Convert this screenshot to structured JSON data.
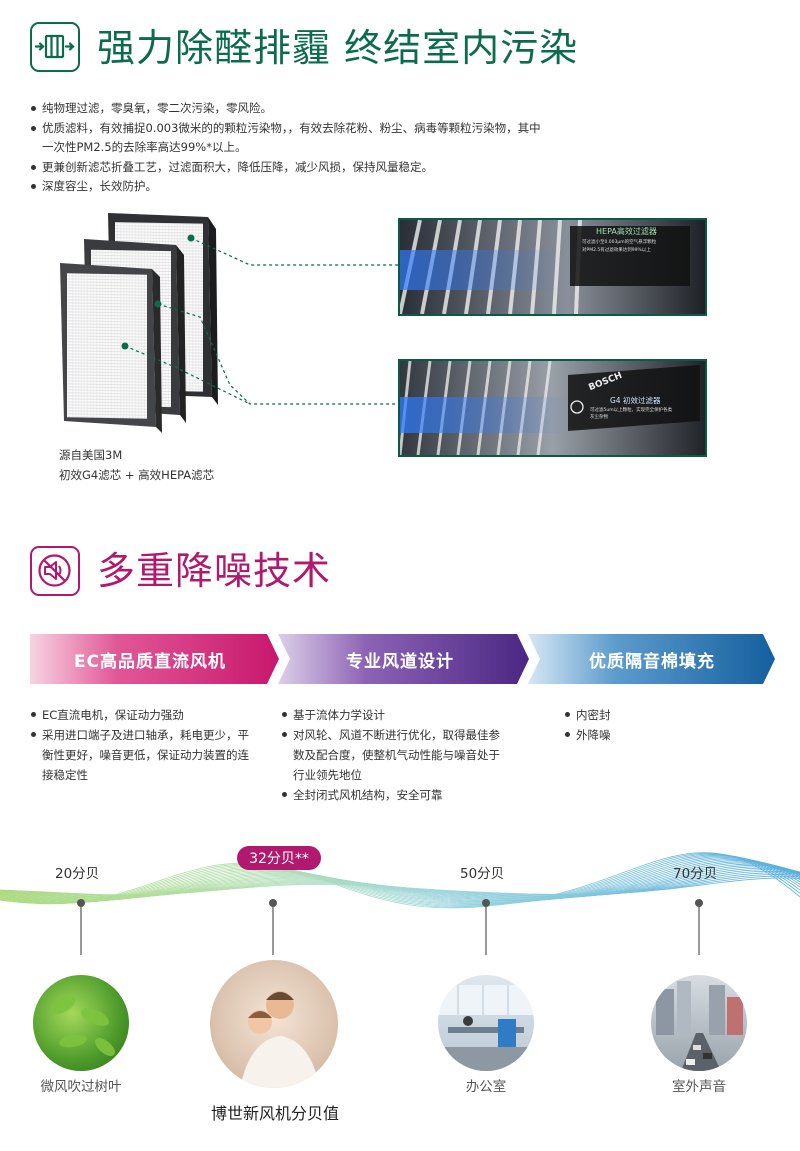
{
  "section1": {
    "icon": "filter-icon",
    "title": "强力除醛排霾 终结室内污染",
    "color": "#0b6b4c",
    "bullets": [
      "纯物理过滤，零臭氧，零二次污染，零风险。",
      "优质滤料，有效捕捉0.003微米的的颗粒污染物，，有效去除花粉、粉尘、病毒等颗粒污染物，其中",
      "更兼创新滤芯折叠工艺，过滤面积大，降低压降，减少风损，保持风量稳定。",
      "深度容尘，长效防护。"
    ],
    "bullet2_cont": "一次性PM2.5的去除率高达99%*以上。",
    "filter_caption_1": "源自美国3M",
    "filter_caption_2": "初效G4滤芯 + 高效HEPA滤芯",
    "photo_top": {
      "label_title": "HEPA高效过滤器",
      "label_line1": "可过滤小至0.003μm的空气悬浮颗粒",
      "label_line2": "对PM2.5有过滤效果达到99%以上"
    },
    "photo_bottom": {
      "brand": "BOSCH",
      "label_title": "G4 初效过滤器",
      "label_line1": "可过滤5um以上颗粒，实现完全保护各类",
      "label_line2": "灰尘杂物"
    }
  },
  "section2": {
    "icon": "mute-speaker-icon",
    "title": "多重降噪技术",
    "color": "#b0196e",
    "banners": [
      {
        "label": "EC高品质直流风机",
        "color": "#c8176d"
      },
      {
        "label": "专业风道设计",
        "color": "#5b2d8e"
      },
      {
        "label": "优质隔音棉填充",
        "color": "#1b6aa8"
      }
    ],
    "col1": [
      "EC直流电机，保证动力强劲",
      "采用进口端子及进口轴承，耗电更少，平衡性更好，噪音更低，保证动力装置的连接稳定性"
    ],
    "col2": [
      "基于流体力学设计",
      "对风轮、风道不断进行优化，取得最佳参数及配合度，使整机气动性能与噪音处于行业领先地位",
      "全封闭式风机结构，安全可靠"
    ],
    "col3": [
      "内密封",
      "外降噪"
    ],
    "levels": [
      {
        "db": "20分贝",
        "place": "微风吹过树叶",
        "image": "leaves-photo"
      },
      {
        "db": "32分贝**",
        "place": "博世新风机分贝值",
        "image": "family-photo",
        "highlight": true
      },
      {
        "db": "50分贝",
        "place": "办公室",
        "image": "office-photo"
      },
      {
        "db": "70分贝",
        "place": "室外声音",
        "image": "street-photo"
      }
    ]
  }
}
